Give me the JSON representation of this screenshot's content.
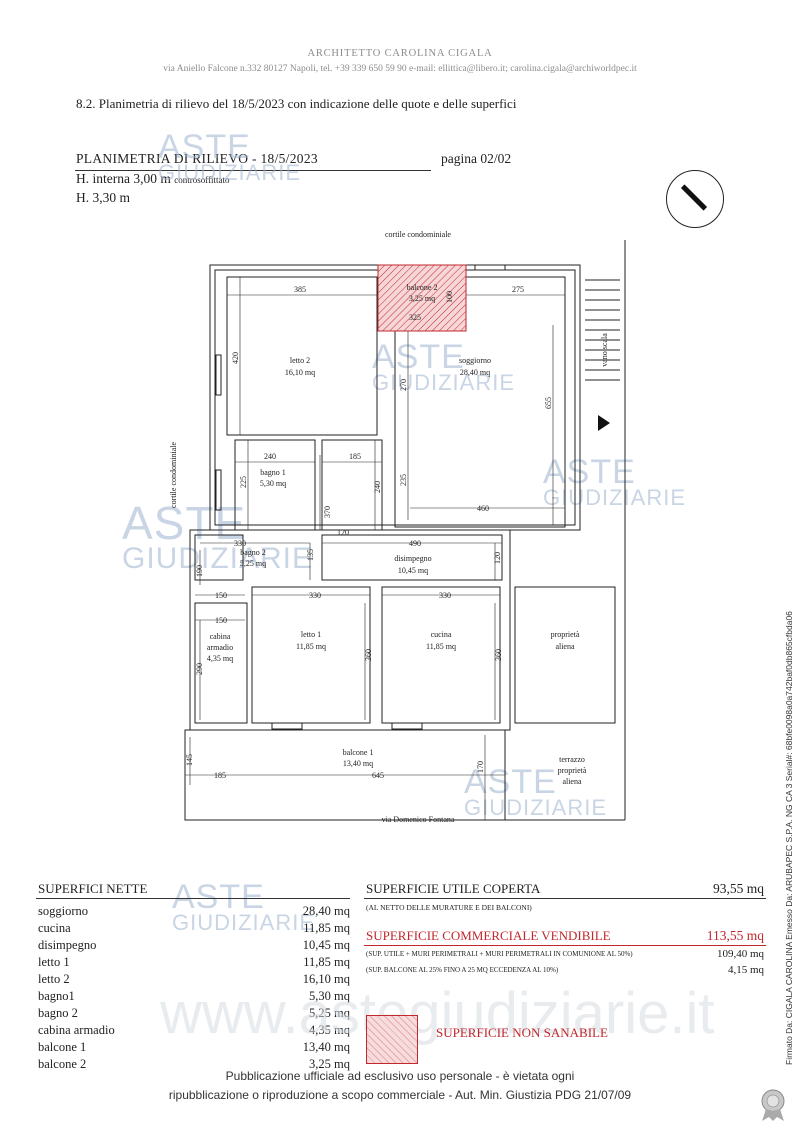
{
  "header": {
    "architect": "ARCHITETTO CAROLINA CIGALA",
    "address": "via Aniello Falcone n.332 80127 Napoli, tel. +39 339 650 59 90 e-mail: ellittica@libero.it; carolina.cigala@archiworldpec.it"
  },
  "section_title": "8.2. Planimetria di rilievo del 18/5/2023 con indicazione delle quote e delle superfici",
  "plan_header": {
    "title": "PLANIMETRIA DI RILIEVO - 18/5/2023",
    "page": "pagina 02/02",
    "height_internal": "H. interna 3,00 m",
    "height_internal_note": "controsoffittato",
    "height": "H. 3,30 m"
  },
  "plan_labels": {
    "cortile_top": "cortile condominiale",
    "cortile_left": "cortile condominiale",
    "vano_scala": "vano scala",
    "street": "via Domenico Fontana",
    "balcone2": "balcone 2",
    "balcone2_area": "3,25 mq",
    "letto2": "letto 2",
    "letto2_area": "16,10 mq",
    "soggiorno": "soggiorno",
    "soggiorno_area": "28,40 mq",
    "bagno1": "bagno 1",
    "bagno1_area": "5,30 mq",
    "bagno2": "bagno 2",
    "bagno2_area": "5,25 mq",
    "disimpegno": "disimpegno",
    "disimpegno_area": "10,45 mq",
    "cabina": "cabina",
    "armadio": "armadio",
    "cabina_area": "4,35 mq",
    "letto1": "letto 1",
    "letto1_area": "11,85 mq",
    "cucina": "cucina",
    "cucina_area": "11,85 mq",
    "proprieta": "proprietà",
    "aliena": "aliena",
    "balcone1": "balcone 1",
    "balcone1_area": "13,40 mq",
    "terrazzo": "terrazzo",
    "terrazzo_prop": "proprietà",
    "terrazzo_aliena": "aliena"
  },
  "dimensions": {
    "d385": "385",
    "d275": "275",
    "d420": "420",
    "d270": "270",
    "d655": "655",
    "d240a": "240",
    "d185a": "185",
    "d225": "225",
    "d240b": "240",
    "d235": "235",
    "d370": "370",
    "d120a": "120",
    "d460": "460",
    "d330a": "330",
    "d135": "135",
    "d490": "490",
    "d120b": "120",
    "d190": "190",
    "d150a": "150",
    "d330b": "330",
    "d330c": "330",
    "d150b": "150",
    "d290": "290",
    "d360a": "360",
    "d360b": "360",
    "d145": "145",
    "d185b": "185",
    "d645": "645",
    "d170": "170",
    "d325": "325",
    "d100": "100"
  },
  "superfici_nette": {
    "title": "SUPERFICI NETTE",
    "rows": [
      {
        "name": "soggiorno",
        "value": "28,40 mq"
      },
      {
        "name": "cucina",
        "value": "11,85 mq"
      },
      {
        "name": "disimpegno",
        "value": "10,45 mq"
      },
      {
        "name": "letto 1",
        "value": "11,85 mq"
      },
      {
        "name": "letto 2",
        "value": "16,10 mq"
      },
      {
        "name": "bagno1",
        "value": "5,30 mq"
      },
      {
        "name": "bagno 2",
        "value": "5,25 mq"
      },
      {
        "name": "cabina armadio",
        "value": "4,35 mq"
      },
      {
        "name": "balcone 1",
        "value": "13,40 mq"
      },
      {
        "name": "balcone 2",
        "value": "3,25 mq"
      }
    ]
  },
  "superficie_utile": {
    "title": "SUPERFICIE UTILE COPERTA",
    "value": "93,55 mq",
    "note": "(AL NETTO DELLE MURATURE E DEI BALCONI)"
  },
  "superficie_commerciale": {
    "title": "SUPERFICIE COMMERCIALE VENDIBILE",
    "value": "113,55 mq",
    "note1": "(SUP. UTILE + MURI PERIMETRALI + MURI PERIMETRALI IN COMUNIONE AL 50%)",
    "value1": "109,40 mq",
    "note2": "(SUP. BALCONE AL 25% FINO A 25 MQ ECCEDENZA AL 10%)",
    "value2": "4,15 mq"
  },
  "non_sanabile": "SUPERFICIE NON SANABILE",
  "footer": {
    "line1": "Pubblicazione ufficiale ad esclusivo uso personale - è vietata ogni",
    "line2": "ripubblicazione o riproduzione a scopo commerciale - Aut. Min. Giustizia PDG 21/07/09"
  },
  "signature": "Firmato Da: CIGALA CAROLINA Emesso Da: ARUBAPEC S.P.A. NG CA 3 Serial#: 68bfe0098a0a742baf0db865cfbda06",
  "watermark": {
    "aste": "ASTE",
    "giudiziarie": "GIUDIZIARIE",
    "site": "www.astegiudiziarie.it"
  },
  "colors": {
    "accent_red": "#c2272d",
    "watermark_blue": "#9db3cf"
  }
}
